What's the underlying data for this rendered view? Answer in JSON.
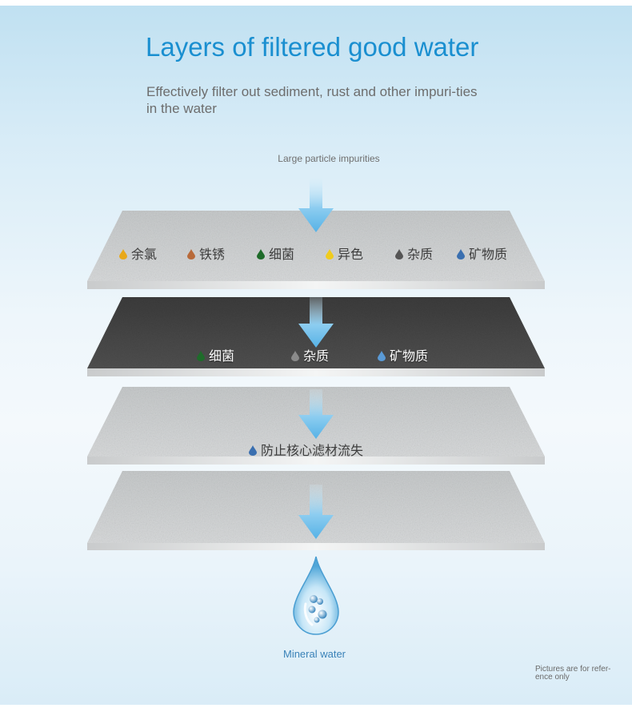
{
  "header": {
    "title": "Layers of filtered good water",
    "subtitle": "Effectively filter out sediment, rust and other impuri-ties in the water"
  },
  "diagram": {
    "input_label": "Large particle impurities",
    "layers": [
      {
        "items": [
          {
            "label": "余氯",
            "drop_color": "#e8a81a"
          },
          {
            "label": "铁锈",
            "drop_color": "#b86a3a"
          },
          {
            "label": "细菌",
            "drop_color": "#1e6b2a"
          },
          {
            "label": "异色",
            "drop_color": "#f0cc1e"
          },
          {
            "label": "杂质",
            "drop_color": "#555555"
          },
          {
            "label": "矿物质",
            "drop_color": "#3a6fb0"
          }
        ]
      },
      {
        "items": [
          {
            "label": "细菌",
            "drop_color": "#1e6b2a"
          },
          {
            "label": "杂质",
            "drop_color": "#8a8a8a"
          },
          {
            "label": "矿物质",
            "drop_color": "#5a9ad6"
          }
        ]
      },
      {
        "items": [
          {
            "label": "防止核心滤材流失",
            "drop_color": "#3a6fb0"
          }
        ]
      },
      {
        "items": []
      }
    ],
    "output_label": "Mineral water"
  },
  "footer": {
    "note": "Pictures are for refer-ence only"
  },
  "colors": {
    "title": "#1a8fd0",
    "arrow": "#6fc0ec",
    "light_layer": "#d4d6d7",
    "dark_layer": "#4a4a4a"
  }
}
